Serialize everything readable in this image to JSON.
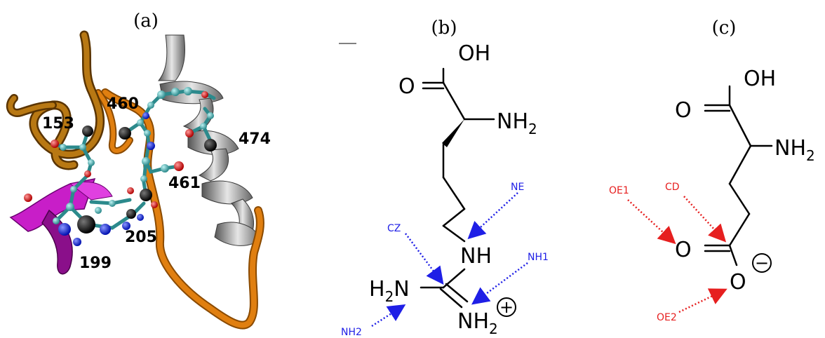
{
  "panels": {
    "a": {
      "label": "(a)",
      "residues": [
        "153",
        "460",
        "474",
        "461",
        "205",
        "199"
      ]
    },
    "b": {
      "label": "(b)",
      "groups": {
        "acid": "OH",
        "carbonyl_o": "O",
        "amine": "NH",
        "amine_sub": "2",
        "nh": "NH",
        "h2n_h": "H",
        "h2n_sub": "2",
        "h2n_n": "N",
        "nh2_n": "NH",
        "nh2_sub": "2",
        "charge": "+"
      },
      "atoms": {
        "ne": "NE",
        "cz": "CZ",
        "nh1": "NH1",
        "nh2": "NH2"
      }
    },
    "c": {
      "label": "(c)",
      "groups": {
        "acid": "OH",
        "carbonyl_o": "O",
        "amine": "NH",
        "amine_sub": "2",
        "carbox_o": "O",
        "carbox_o2": "O",
        "charge": "−"
      },
      "atoms": {
        "oe1": "OE1",
        "cd": "CD",
        "oe2": "OE2"
      }
    }
  },
  "colors": {
    "orange": "#e07f10",
    "gold": "#b87813",
    "grey": "#8c8c8c",
    "magenta": "#c81ec8",
    "cyan": "#3a9ea0",
    "blue": "#0a1ee6",
    "red": "#e01010",
    "black": "#000000"
  }
}
